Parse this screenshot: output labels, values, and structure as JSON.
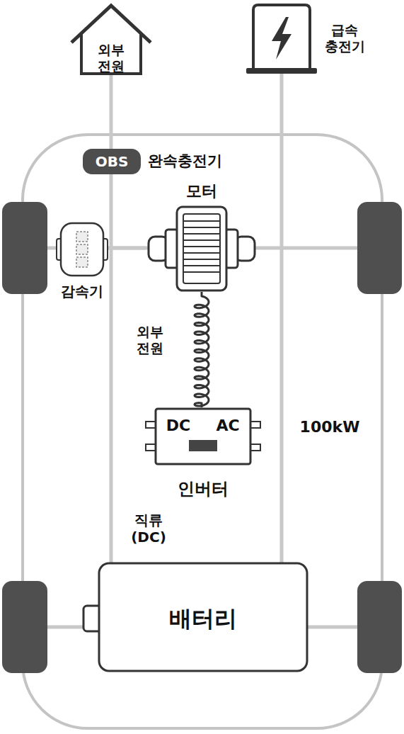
{
  "diagram": {
    "nodes": [
      {
        "text": [
          "외부 전원"
        ]
      },
      {
        "text": [
          "급속 충전기"
        ]
      },
      {
        "text": [
          "OBS",
          "완속충전기"
        ]
      },
      {
        "text": [
          "모터"
        ]
      },
      {
        "text": [
          "감속기"
        ]
      },
      {
        "text": [
          "DC",
          "AC",
          "인버터"
        ]
      },
      {
        "text": [
          "배터리"
        ]
      }
    ],
    "edges": [
      {
        "from": 0,
        "to": 2,
        "arrow": "none"
      },
      {
        "from": 2,
        "to": 6,
        "arrow": "none"
      },
      {
        "from": 1,
        "to": 6,
        "arrow": "none"
      },
      {
        "from": 4,
        "to": 3,
        "arrow": "none"
      },
      {
        "from": 3,
        "to": 5,
        "arrow": "none"
      }
    ],
    "labels": [
      "외부 전원",
      "100kW",
      "직류 (DC)"
    ]
  }
}
